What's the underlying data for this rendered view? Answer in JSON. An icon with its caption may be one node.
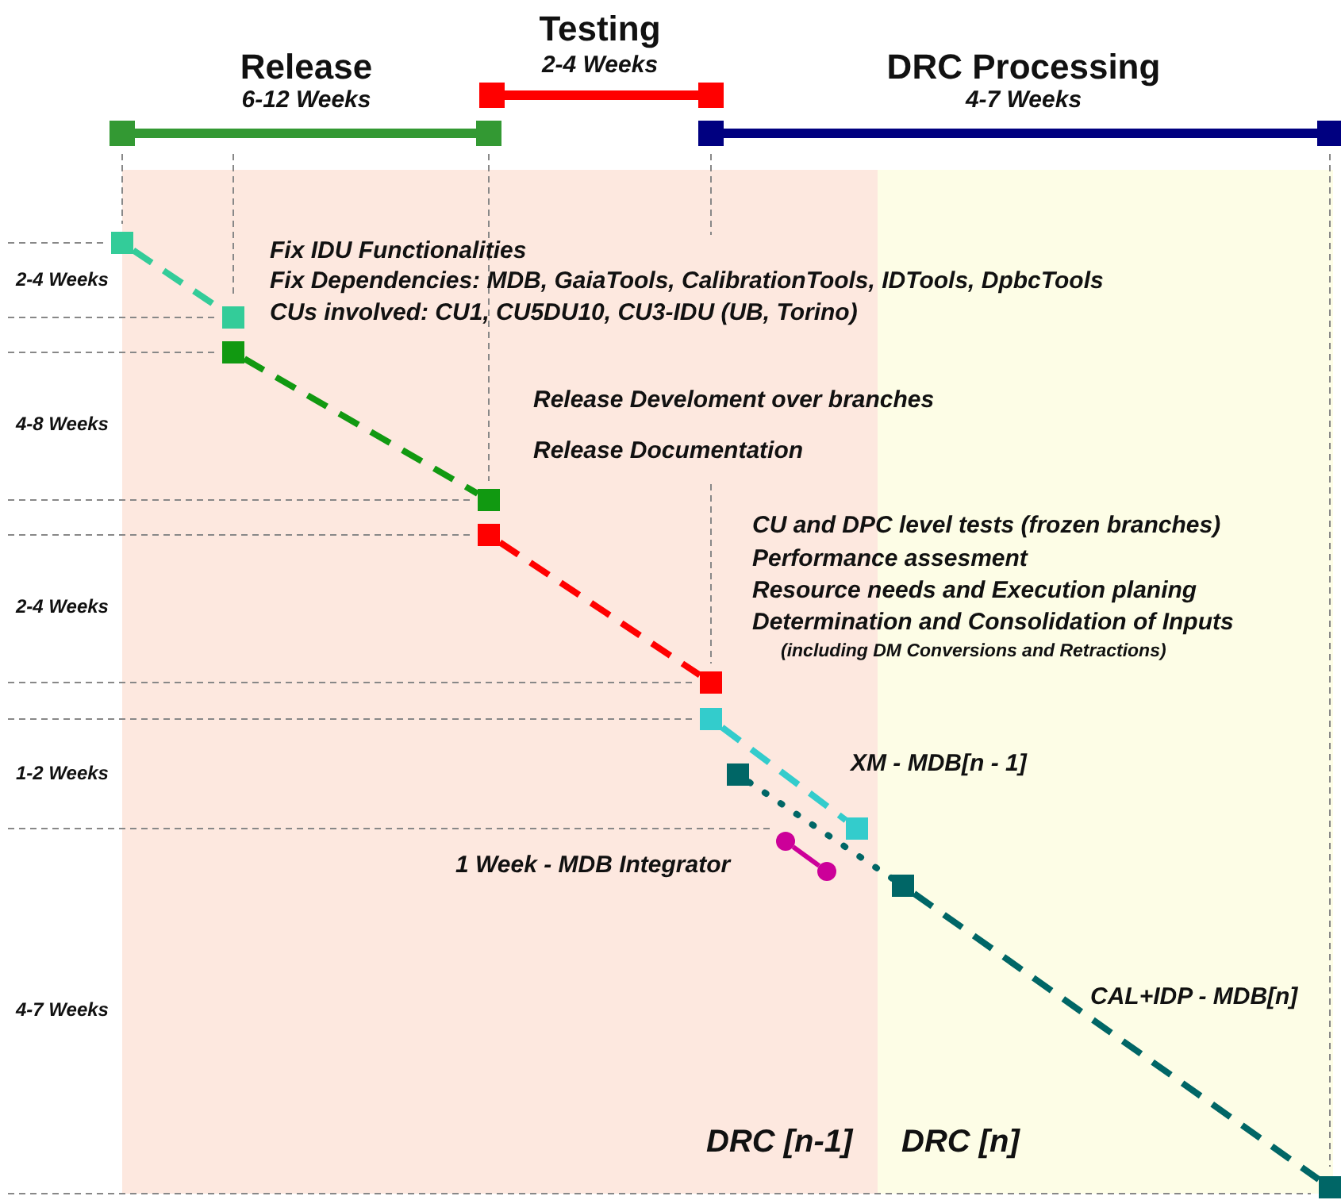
{
  "diagram": {
    "nodes": [
      {
        "text": [],
        "shape": "box"
      },
      {
        "text": [],
        "shape": "box"
      },
      {
        "text": [],
        "shape": "box"
      },
      {
        "text": [],
        "shape": "box"
      },
      {
        "text": [],
        "shape": "box"
      },
      {
        "text": [],
        "shape": "box"
      },
      {
        "text": [],
        "shape": "box"
      },
      {
        "text": [],
        "shape": "box"
      },
      {
        "text": [],
        "shape": "box"
      },
      {
        "text": [],
        "shape": "box"
      },
      {
        "text": [],
        "shape": "box"
      },
      {
        "text": [],
        "shape": "box"
      },
      {
        "text": [],
        "shape": "box"
      },
      {
        "text": [],
        "shape": "box"
      },
      {
        "text": [],
        "shape": "box"
      },
      {
        "text": [],
        "shape": "box"
      },
      {
        "text": [],
        "shape": "box"
      },
      {
        "text": [],
        "shape": "circle"
      },
      {
        "text": [],
        "shape": "circle"
      }
    ],
    "edges": [
      {
        "from": 0,
        "to": 1,
        "arrow": "none",
        "color": "#339933"
      },
      {
        "from": 2,
        "to": 3,
        "arrow": "none",
        "color": "#ff0000"
      },
      {
        "from": 4,
        "to": 5,
        "arrow": "none",
        "color": "#000080"
      },
      {
        "from": 6,
        "to": 7,
        "arrow": "none",
        "style": "dashed",
        "color": "#33cc99"
      },
      {
        "from": 8,
        "to": 9,
        "arrow": "none",
        "style": "dashed",
        "color": "#119911"
      },
      {
        "from": 10,
        "to": 11,
        "arrow": "none",
        "style": "dashed",
        "color": "#ff0000"
      },
      {
        "from": 12,
        "to": 13,
        "arrow": "none",
        "style": "dashed",
        "color": "#33cccc"
      },
      {
        "from": 14,
        "to": 15,
        "arrow": "none",
        "style": "dashed",
        "color": "#006666"
      },
      {
        "from": 15,
        "to": 16,
        "arrow": "none",
        "style": "dashed",
        "color": "#006666"
      },
      {
        "from": 17,
        "to": 18,
        "arrow": "none",
        "color": "#cc0099"
      }
    ],
    "labels": [
      "Testing",
      "2-4 Weeks",
      "Release",
      "DRC Processing",
      "6-12 Weeks",
      "4-7 Weeks",
      "2-4 Weeks",
      "Fix IDU Functionalities",
      "Fix Dependencies: MDB, GaiaTools, CalibrationTools, IDTools, DpbcTools",
      "CUs involved: CU1, CU5DU10, CU3-IDU (UB, Torino)",
      "4-8 Weeks",
      "Release Develoment over branches",
      "Release Documentation",
      "CU and DPC level tests (frozen branches)",
      "Performance assesment",
      "Resource needs and Execution planing",
      "Determination and Consolidation of Inputs",
      "(including DM Conversions and Retractions)",
      "2-4 Weeks",
      "1-2 Weeks",
      "XM - MDB[n - 1]",
      "1 Week - MDB Integrator",
      "4-7 Weeks",
      "CAL+IDP - MDB[n]",
      "DRC [n-1]",
      "DRC [n]"
    ]
  }
}
